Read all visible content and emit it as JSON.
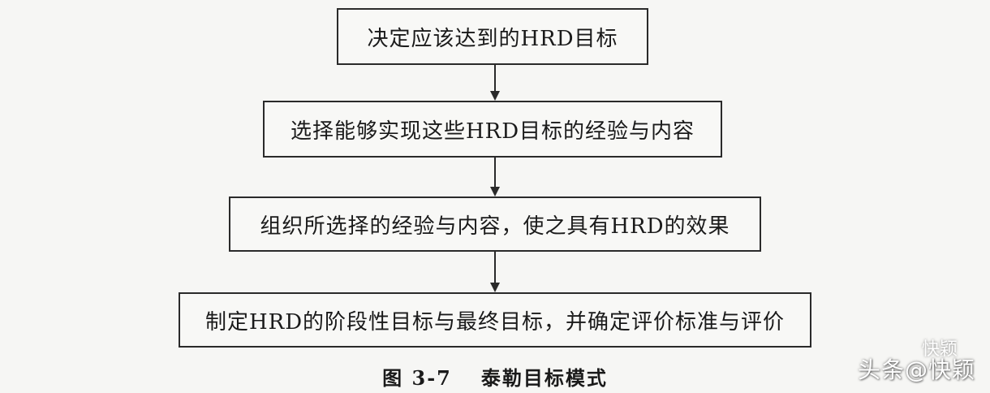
{
  "flow": {
    "steps": [
      "决定应该达到的HRD目标",
      "选择能够实现这些HRD目标的经验与内容",
      "组织所选择的经验与内容，使之具有HRD的效果",
      "制定HRD的阶段性目标与最终目标，并确定评价标准与评价"
    ]
  },
  "caption": {
    "number": "图 3-7",
    "title": "泰勒目标模式"
  },
  "watermark": {
    "top": "快颖",
    "bottom": "头条@快颖"
  },
  "colors": {
    "background": "#f6f6f4",
    "stroke": "#2a2a2a",
    "text": "#1a1a1a"
  }
}
